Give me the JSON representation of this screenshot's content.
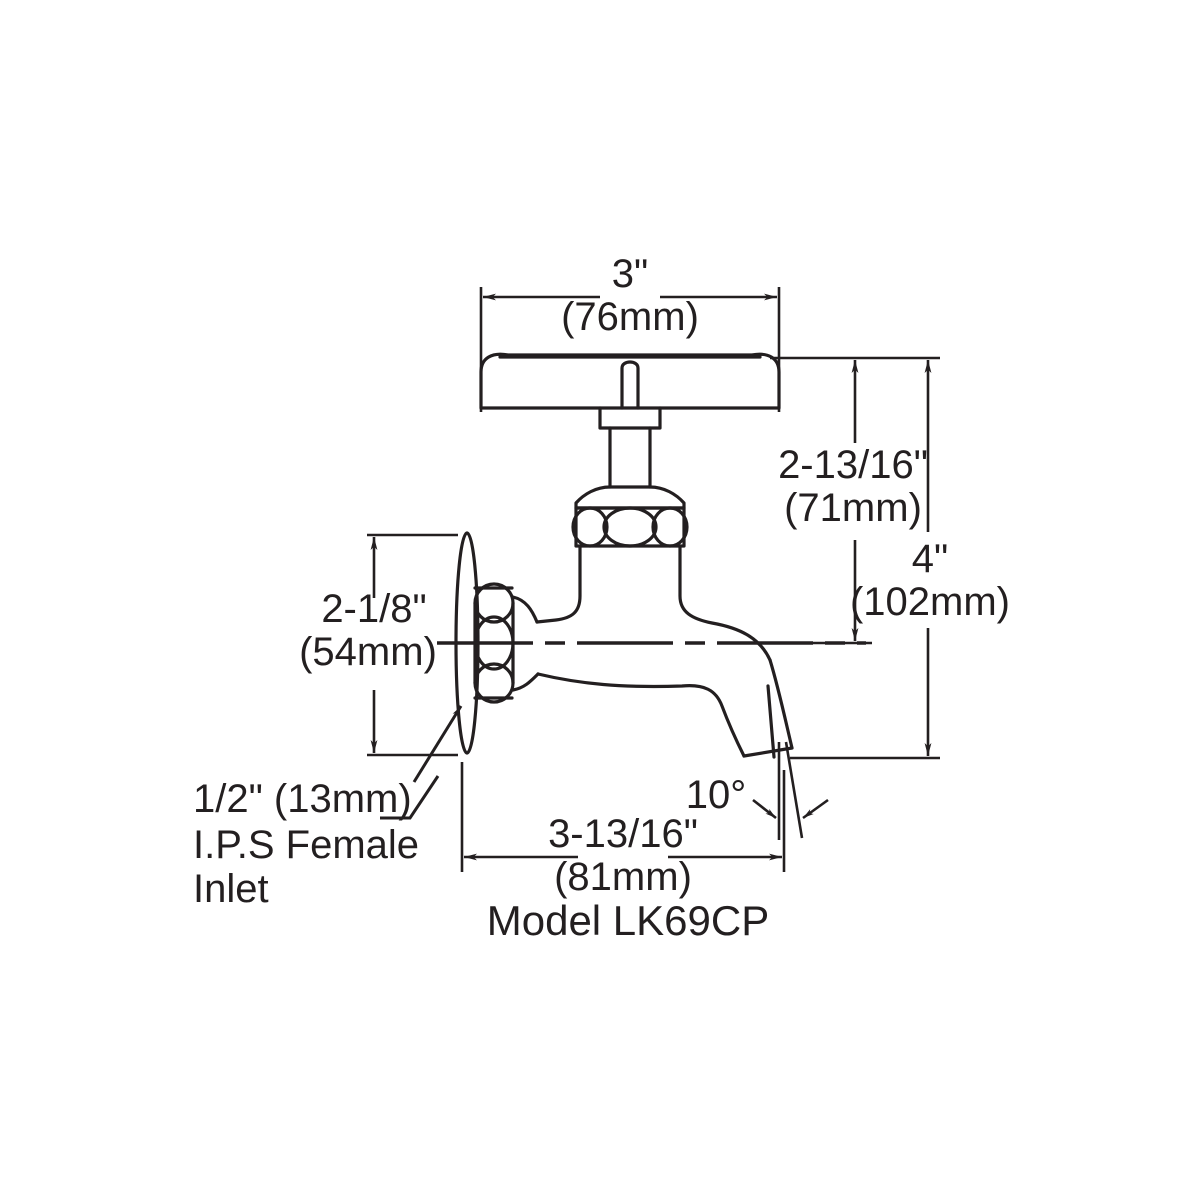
{
  "drawing": {
    "title": "Model LK69CP",
    "product": "wall mount faucet",
    "line_color": "#231f20",
    "background_color": "#ffffff",
    "view": "side elevation",
    "units": "inches with millimeter equivalents"
  },
  "dimensions": {
    "handle_width": {
      "imperial": "3\"",
      "metric": "(76mm)",
      "orientation": "horizontal",
      "location": "top"
    },
    "spout_height": {
      "imperial": "2-13/16\"",
      "metric": "(71mm)",
      "orientation": "vertical",
      "location": "right-inner"
    },
    "overall_height": {
      "imperial": "4\"",
      "metric": "(102mm)",
      "orientation": "vertical",
      "location": "right-outer"
    },
    "flange_height": {
      "imperial": "2-1/8\"",
      "metric": "(54mm)",
      "orientation": "vertical",
      "location": "left"
    },
    "spout_reach": {
      "imperial": "3-13/16\"",
      "metric": "(81mm)",
      "orientation": "horizontal",
      "location": "bottom"
    },
    "spout_angle": {
      "value": "10°",
      "location": "bottom-right"
    }
  },
  "annotations": {
    "inlet": {
      "line1": "1/2\" (13mm)",
      "line2": "I.P.S Female",
      "line3": "Inlet"
    },
    "model": "Model LK69CP"
  }
}
